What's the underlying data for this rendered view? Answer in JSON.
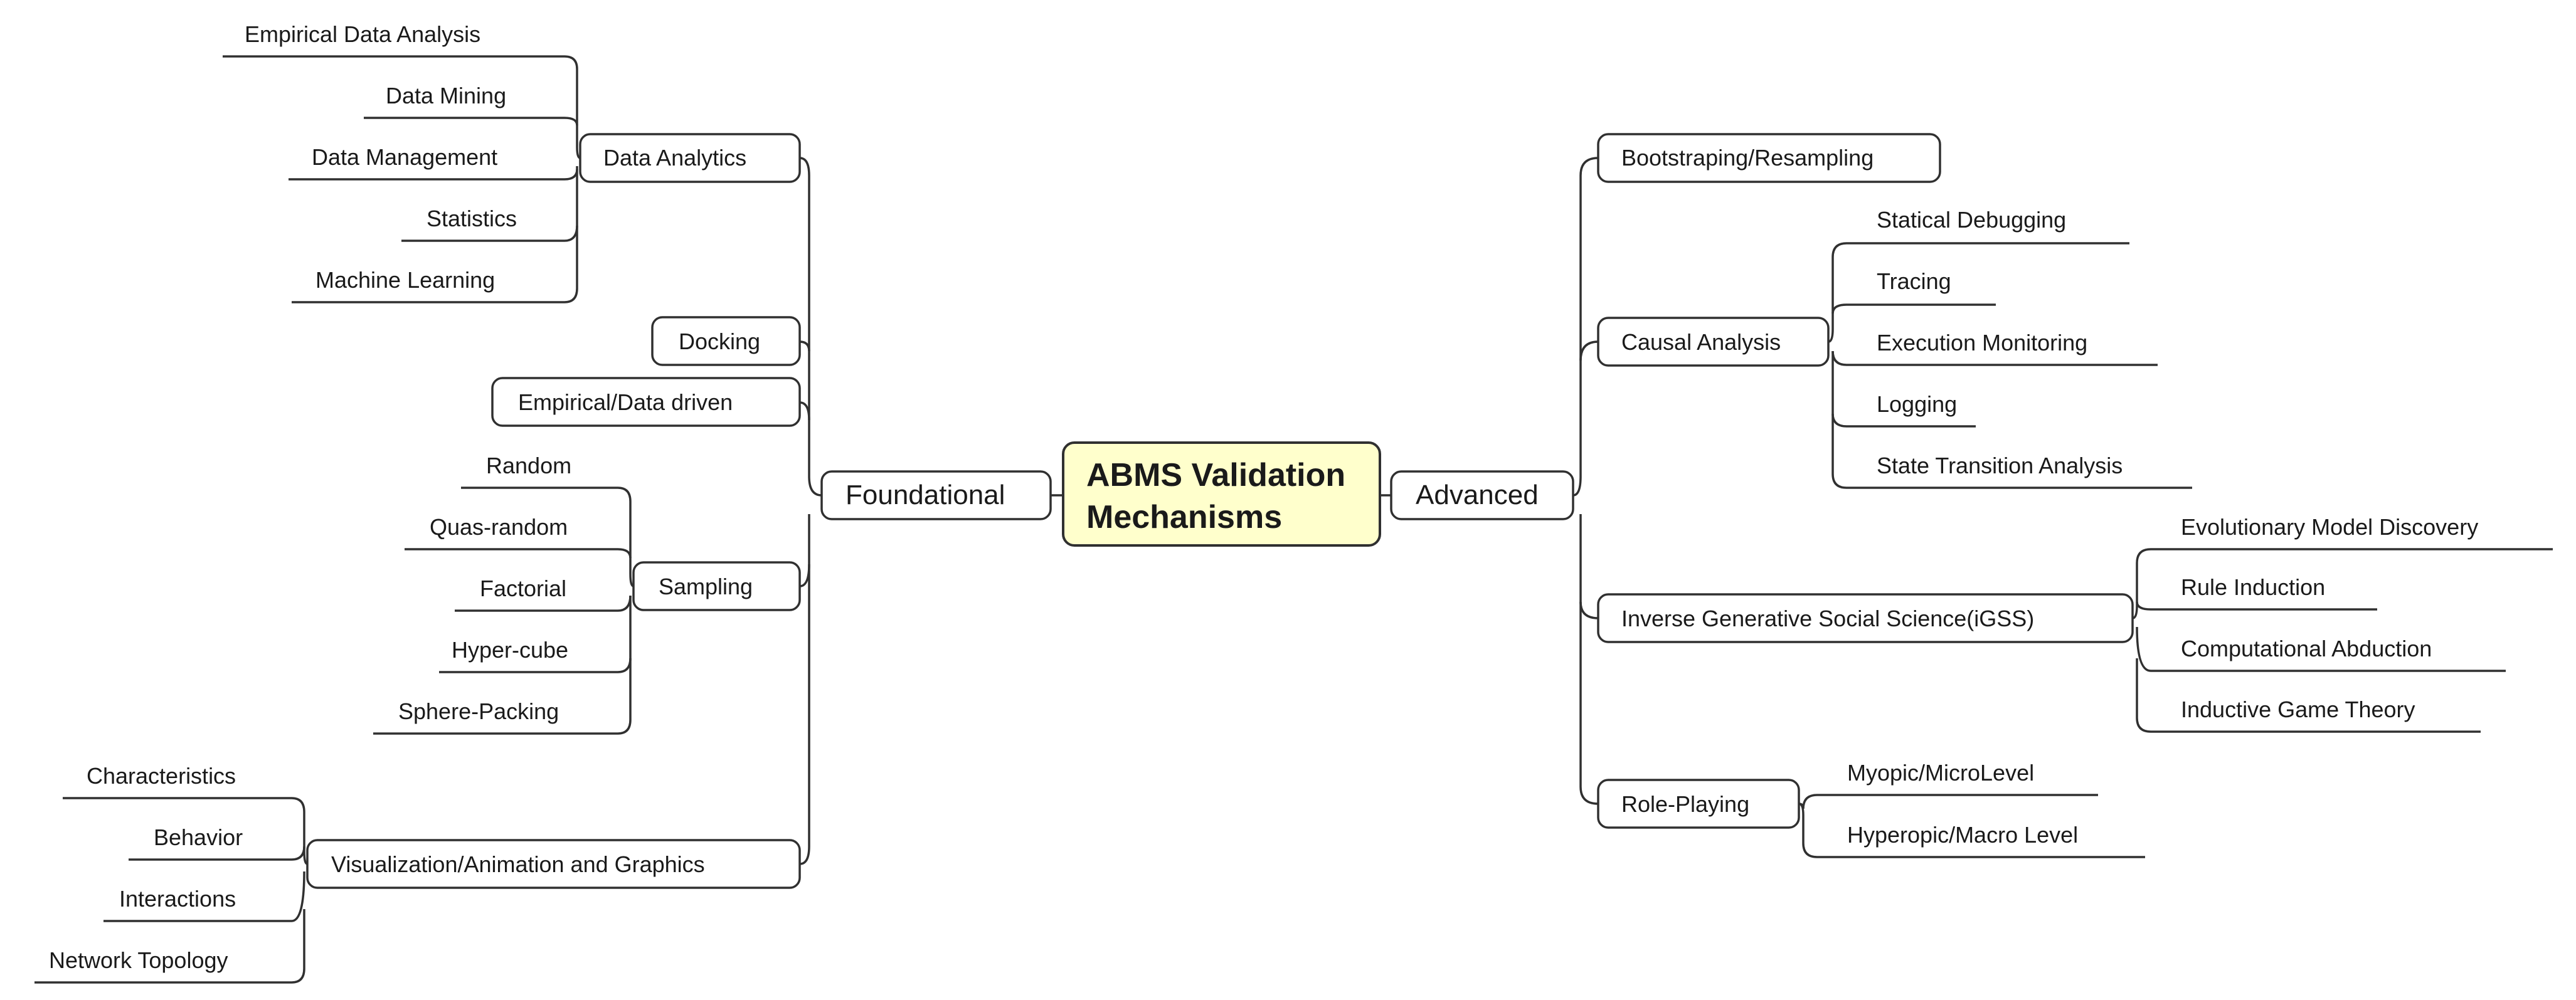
{
  "root": {
    "line1": "ABMS Validation",
    "line2": "Mechanisms"
  },
  "foundational": {
    "label": "Foundational",
    "data_analytics": {
      "label": "Data Analytics",
      "children": [
        "Empirical Data Analysis",
        "Data Mining",
        "Data Management",
        "Statistics",
        "Machine Learning"
      ]
    },
    "docking": {
      "label": "Docking"
    },
    "empirical": {
      "label": "Empirical/Data driven"
    },
    "sampling": {
      "label": "Sampling",
      "children": [
        "Random",
        "Quas-random",
        "Factorial",
        "Hyper-cube",
        "Sphere-Packing"
      ]
    },
    "visualization": {
      "label": "Visualization/Animation and Graphics",
      "children": [
        "Characteristics",
        "Behavior",
        "Interactions",
        "Network Topology"
      ]
    }
  },
  "advanced": {
    "label": "Advanced",
    "bootstrapping": {
      "label": "Bootstraping/Resampling"
    },
    "causal": {
      "label": "Causal Analysis",
      "children": [
        "Statical Debugging",
        "Tracing",
        "Execution Monitoring",
        "Logging",
        "State Transition Analysis"
      ]
    },
    "igss": {
      "label": "Inverse Generative Social Science(iGSS)",
      "children": [
        "Evolutionary Model Discovery",
        "Rule Induction",
        "Computational Abduction",
        "Inductive Game Theory"
      ]
    },
    "role_playing": {
      "label": "Role-Playing",
      "children": [
        "Myopic/MicroLevel",
        "Hyperopic/Macro Level"
      ]
    }
  },
  "colors": {
    "root_fill": "#ffffcc",
    "stroke": "#303030",
    "text": "#1a1a1a"
  }
}
